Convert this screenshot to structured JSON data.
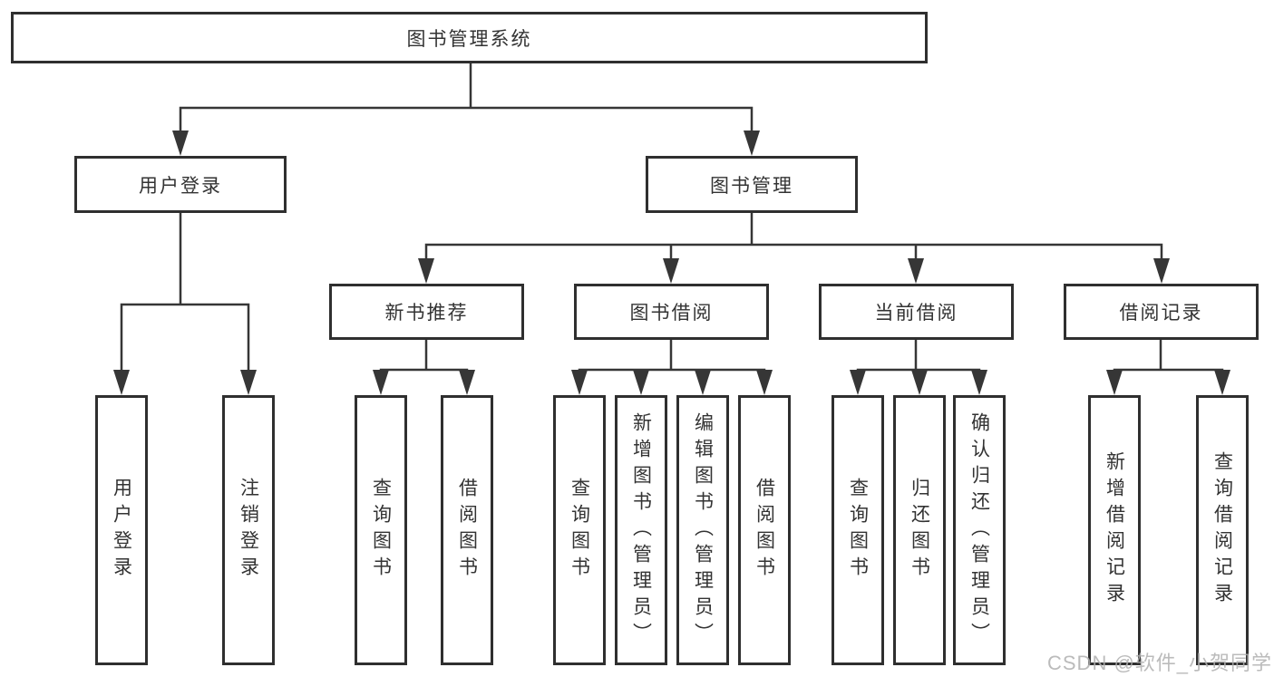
{
  "tree": {
    "root": "图书管理系统",
    "branches": [
      {
        "label": "用户登录",
        "leaves": [
          "用户登录",
          "注销登录"
        ]
      },
      {
        "label": "图书管理",
        "groups": [
          {
            "label": "新书推荐",
            "leaves": [
              "查询图书",
              "借阅图书"
            ]
          },
          {
            "label": "图书借阅",
            "leaves": [
              "查询图书",
              "新增图书（管理员）",
              "编辑图书（管理员）",
              "借阅图书"
            ]
          },
          {
            "label": "当前借阅",
            "leaves": [
              "查询图书",
              "归还图书",
              "确认归还（管理员）"
            ]
          },
          {
            "label": "借阅记录",
            "leaves": [
              "新增借阅记录",
              "查询借阅记录"
            ]
          }
        ]
      }
    ]
  },
  "watermark": "CSDN @软件_小贺同学",
  "colors": {
    "line": "#363636",
    "box_border": "#2f2f2f",
    "text": "#333333",
    "watermark": "#b0b0b0",
    "background": "#ffffff"
  }
}
